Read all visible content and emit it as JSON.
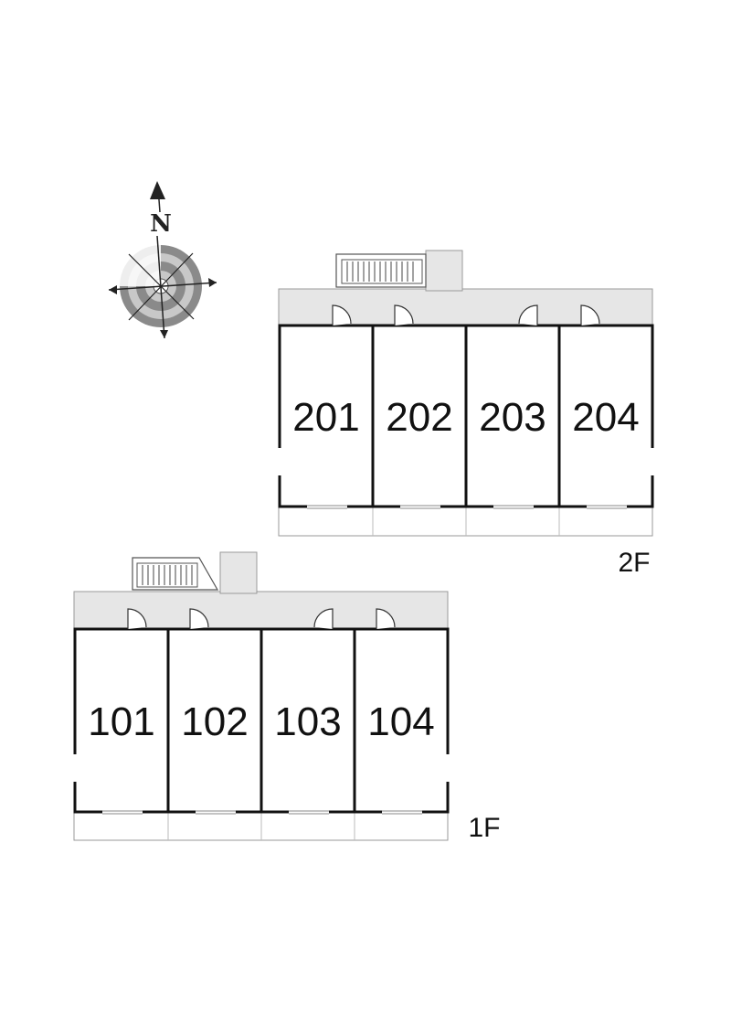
{
  "compass": {
    "north_label": "N"
  },
  "floors": {
    "second": {
      "label": "2F",
      "units": [
        "201",
        "202",
        "203",
        "204"
      ]
    },
    "first": {
      "label": "1F",
      "units": [
        "101",
        "102",
        "103",
        "104"
      ]
    }
  },
  "colors": {
    "corridor": "#e6e6e6",
    "wall": "#111111",
    "outline": "#888888",
    "compass_ring_dark": "#8a8a8a",
    "compass_ring_light": "#c8c8c8"
  }
}
